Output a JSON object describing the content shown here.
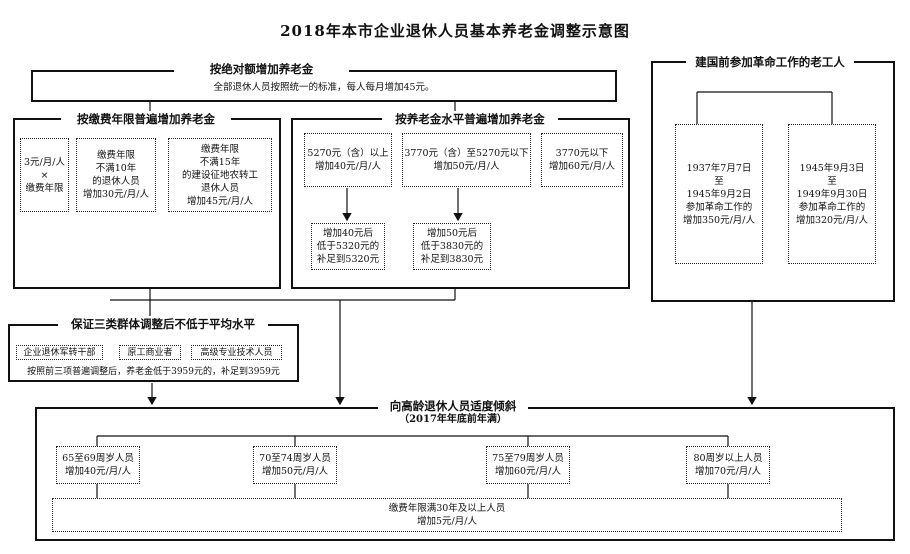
{
  "title": "2018年本市企业退休人员基本养老金调整示意图",
  "fixed": {
    "header": "按绝对额增加养老金",
    "text": "全部退休人员按照统一的标准，每人每月增加45元。"
  },
  "years": {
    "header": "按缴费年限普遍增加养老金",
    "items": [
      "3元/月/人\n×\n缴费年限",
      "缴费年限\n不满10年\n的退休人员\n增加30元/月/人",
      "缴费年限\n不满15年\n的建设征地农转工\n退休人员\n增加45元/月/人"
    ]
  },
  "level": {
    "header": "按养老金水平普遍增加养老金",
    "items": [
      "5270元（含）以上\n增加40元/月/人",
      "3770元（含）至5270元以下\n增加50元/月/人",
      "3770元以下\n增加60元/月/人"
    ],
    "supplements": [
      "增加40元后\n低于5320元的\n补足到5320元",
      "增加50元后\n低于3830元的\n补足到3830元"
    ]
  },
  "revolution": {
    "header": "建国前参加革命工作的老工人",
    "items": [
      "1937年7月7日\n至\n1945年9月2日\n参加革命工作的\n增加350元/月/人",
      "1945年9月3日\n至\n1949年9月30日\n参加革命工作的\n增加320元/月/人"
    ]
  },
  "guarantee": {
    "header": "保证三类群体调整后不低于平均水平",
    "groups": [
      "企业退休军转干部",
      "原工商业者",
      "高级专业技术人员"
    ],
    "note": "按照前三项普遍调整后，养老金低于3959元的，补足到3959元"
  },
  "elderly": {
    "header": "向高龄退休人员适度倾斜",
    "subheader": "（2017年年底前年满）",
    "items": [
      "65至69周岁人员\n增加40元/月/人",
      "70至74周岁人员\n增加50元/月/人",
      "75至79周岁人员\n增加60元/月/人",
      "80周岁以上人员\n增加70元/月/人"
    ],
    "contribution": "缴费年限满30年及以上人员\n增加5元/月/人"
  }
}
